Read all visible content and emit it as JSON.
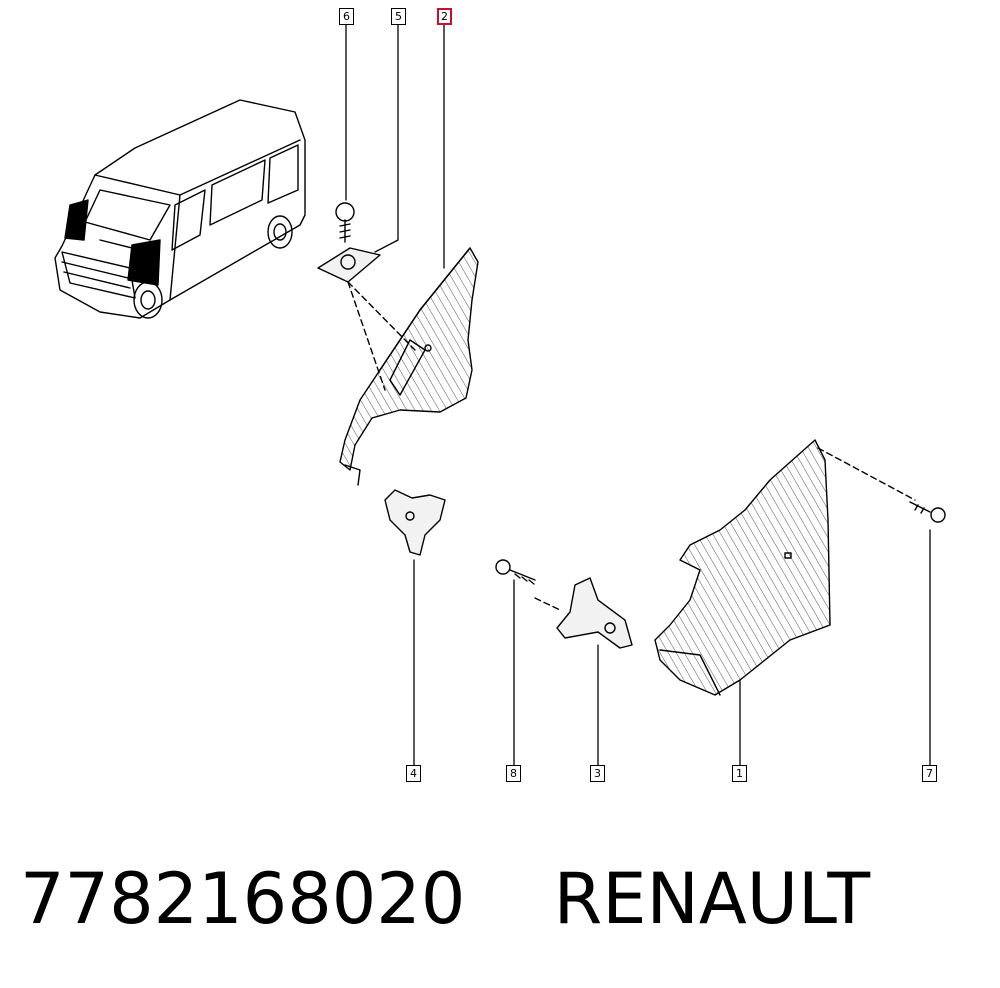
{
  "diagram": {
    "callouts": [
      "6",
      "5",
      "2",
      "4",
      "8",
      "3",
      "1",
      "7"
    ],
    "highlighted_callout": "2",
    "highlight_color": "#c8102e",
    "line_color": "#000000"
  },
  "caption": {
    "part_number": "7782168020",
    "brand": "RENAULT"
  }
}
